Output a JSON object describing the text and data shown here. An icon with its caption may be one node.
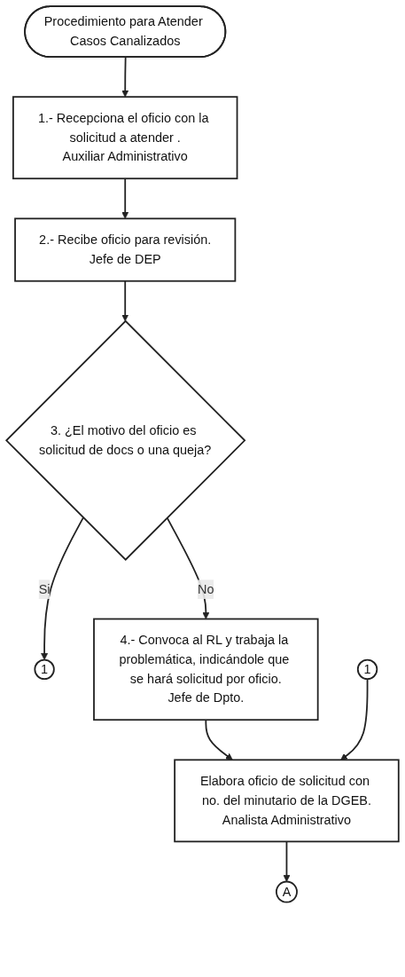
{
  "diagram": {
    "nodes": [
      {
        "text": [
          "Procedimiento para Atender Casos Canalizados"
        ]
      },
      {
        "text": [
          "1.- Recepciona el oficio con la solicitud a atender .",
          "Auxiliar Administrativo"
        ]
      },
      {
        "text": [
          "2.- Recibe oficio para revisión.",
          "Jefe de DEP"
        ]
      },
      {
        "text": [
          "3. ¿El motivo del oficio es solicitud de docs o una queja?"
        ]
      },
      {
        "text": [
          "1"
        ]
      },
      {
        "text": [
          "4.- Convoca al RL y trabaja la problemática, indicándole que se hará solicitud por oficio.",
          "Jefe de Dpto."
        ]
      },
      {
        "text": [
          "Elabora oficio de solicitud con no. del minutario de la DGEB.",
          "Analista Administrativo"
        ]
      },
      {
        "text": [
          "1"
        ]
      },
      {
        "text": [
          "A"
        ]
      }
    ],
    "edges": [
      {
        "from": 0,
        "to": 1,
        "arrow": "to"
      },
      {
        "from": 1,
        "to": 2,
        "arrow": "to"
      },
      {
        "from": 2,
        "to": 3,
        "arrow": "to"
      },
      {
        "from": 3,
        "to": 4,
        "arrow": "to",
        "label": "Si"
      },
      {
        "from": 3,
        "to": 5,
        "arrow": "to",
        "label": "No"
      },
      {
        "from": 5,
        "to": 6,
        "arrow": "to"
      },
      {
        "from": 7,
        "to": 6,
        "arrow": "to"
      },
      {
        "from": 6,
        "to": 8,
        "arrow": "to"
      }
    ]
  }
}
